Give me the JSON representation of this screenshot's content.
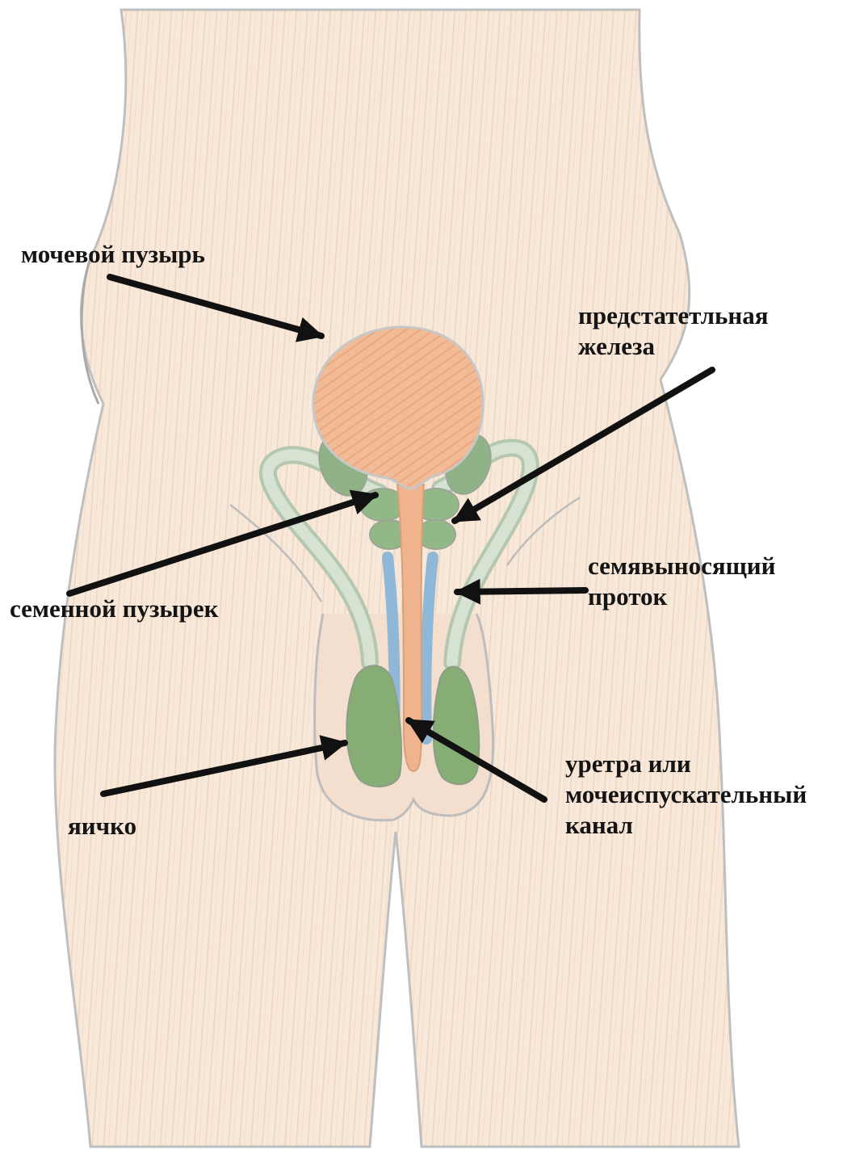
{
  "labels": {
    "bladder": "мочевой пузырь",
    "prostate": [
      "предстатетльная",
      "железа"
    ],
    "seminal_vesicle": "семенной пузырек",
    "vas_deferens": [
      "семявыносящий",
      "проток"
    ],
    "testis": "яичко",
    "urethra": [
      "уретра или",
      "мочеиспускательный",
      "канал"
    ]
  },
  "colors": {
    "skin": "#f6e6d6",
    "outline": "#b9b9b9",
    "bladder": "#efb48e",
    "gland_green": "#8eb583",
    "testis_green": "#85ad72",
    "duct_pale_green": "#c9d9c4",
    "urethra_blue": "#8fb8d8",
    "arrow": "#111111"
  }
}
